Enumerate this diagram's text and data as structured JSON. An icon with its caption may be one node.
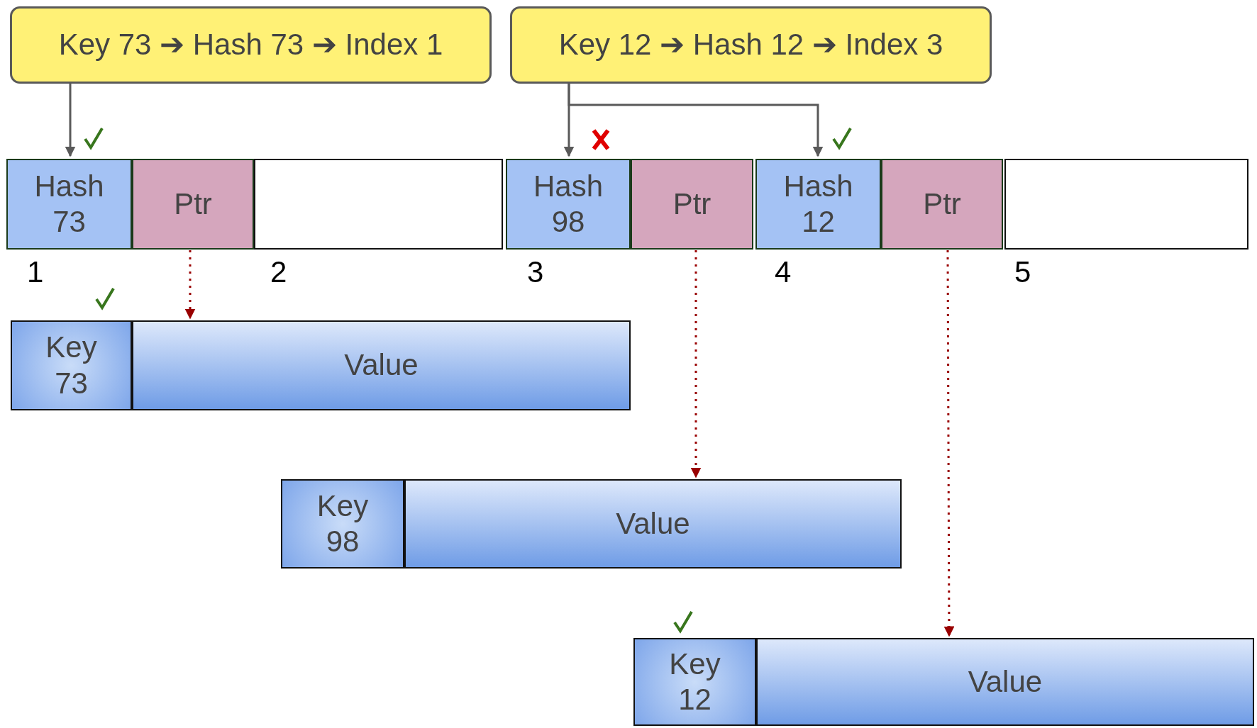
{
  "diagram": {
    "nodes": [
      {
        "text": [
          "Key 73 ➔ Hash 73 ➔ Index 1"
        ]
      },
      {
        "text": [
          "Key 12 ➔ Hash 12 ➔ Index 3"
        ]
      },
      {
        "text": [
          "Hash 73"
        ]
      },
      {
        "text": [
          "Ptr"
        ]
      },
      {
        "text": [],
        "shape": "box"
      },
      {
        "text": [
          "Hash 98"
        ]
      },
      {
        "text": [
          "Ptr"
        ]
      },
      {
        "text": [
          "Hash 12"
        ]
      },
      {
        "text": [
          "Ptr"
        ]
      },
      {
        "text": [],
        "shape": "box"
      },
      {
        "text": [
          "Key 73"
        ]
      },
      {
        "text": [
          "Value"
        ]
      },
      {
        "text": [
          "Key 98"
        ]
      },
      {
        "text": [
          "Value"
        ]
      },
      {
        "text": [
          "Key 12"
        ]
      },
      {
        "text": [
          "Value"
        ]
      }
    ],
    "edges": [
      {
        "from": 0,
        "to": 2,
        "arrow": "to"
      },
      {
        "from": 1,
        "to": 5,
        "arrow": "to"
      },
      {
        "from": 1,
        "to": 7,
        "arrow": "to"
      },
      {
        "from": 3,
        "to": 11,
        "arrow": "to",
        "style": "dashed",
        "color": "#990000"
      },
      {
        "from": 6,
        "to": 13,
        "arrow": "to",
        "style": "dashed",
        "color": "#990000"
      },
      {
        "from": 8,
        "to": 15,
        "arrow": "to",
        "style": "dashed",
        "color": "#990000"
      }
    ],
    "labels": [
      "1",
      "2",
      "3",
      "4",
      "5"
    ]
  }
}
